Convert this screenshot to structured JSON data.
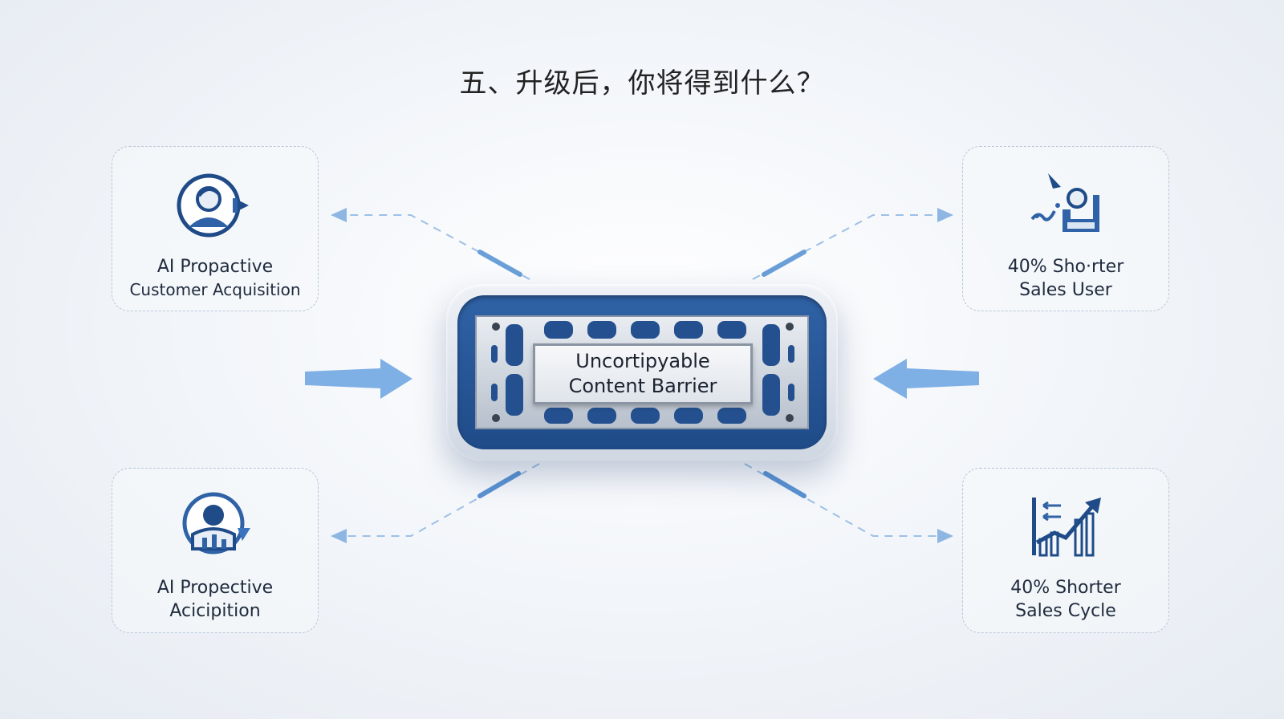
{
  "title": "五、升级后，你将得到什么？",
  "center": {
    "line1": "Uncortipyable",
    "line2": "Content Barrier"
  },
  "cards": {
    "top_left": {
      "line1": "AI Propactive",
      "line2": "Customer Acquisition",
      "icon": "customer-avatar-icon"
    },
    "top_right": {
      "line1": "40% Sho·rter",
      "line2": "Sales User",
      "icon": "sales-user-growth-icon"
    },
    "bottom_left": {
      "line1": "AI Propective",
      "line2": "Acicipition",
      "icon": "user-growth-icon"
    },
    "bottom_right": {
      "line1": "40% Shorter",
      "line2": "Sales Cycle",
      "icon": "rising-chart-icon"
    }
  },
  "colors": {
    "accent": "#2f62a6",
    "arrow": "#7eb0e6",
    "connector": "#9ec0e6",
    "card_border": "#b9c7d9"
  }
}
